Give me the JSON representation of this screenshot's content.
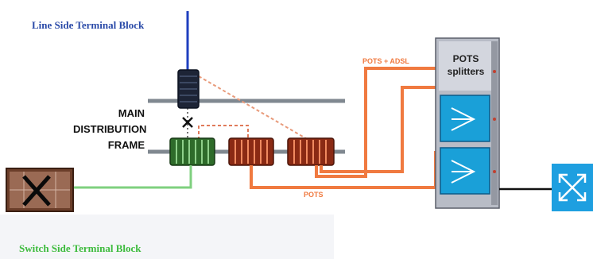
{
  "labels": {
    "line_side": "Line Side Terminal Block",
    "switch_side": "Switch Side Terminal Block",
    "mdf_line1": "MAIN",
    "mdf_line2": "DISTRIBUTION",
    "mdf_line3": "FRAME",
    "pots_adsl": "POTS + ADSL",
    "pots": "POTS",
    "splitters_line1": "POTS",
    "splitters_line2": "splitters"
  },
  "colors": {
    "line_side_text": "#2a4aa8",
    "switch_side_text": "#3dbb3d",
    "orange": "#f07a40",
    "green_link": "#7fd07f",
    "blue_vertical": "#1f3fbf",
    "rail": "#808890",
    "rack": "#c8ccd4",
    "module_blue": "#1aa0d8",
    "switch_box": "#1e9fe0"
  },
  "icons": {
    "switch": "crossed-arrows-switch-icon",
    "cross_connect": "x-cross-connect-icon"
  }
}
